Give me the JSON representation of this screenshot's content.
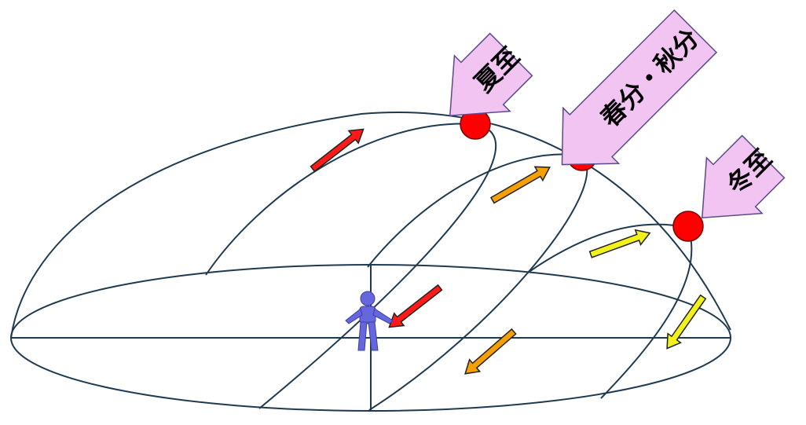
{
  "labels": {
    "summer_solstice": "夏至",
    "equinox": "春分・秋分",
    "winter_solstice": "冬至"
  },
  "colors": {
    "line": "#1f3a4f",
    "sun": "#ff0000",
    "sun_outline": "#7a0000",
    "label_fill": "#f1c4f1",
    "label_outline": "#5a4a8a",
    "arrow_summer": "#ff1a1a",
    "arrow_equinox": "#f5a000",
    "arrow_winter": "#f2f21a",
    "arrow_outline": "#222222",
    "person": "#6666dd"
  },
  "icons": {
    "person": "person-icon",
    "sun": "sun-circle-icon",
    "callout": "down-left-arrow-callout"
  }
}
